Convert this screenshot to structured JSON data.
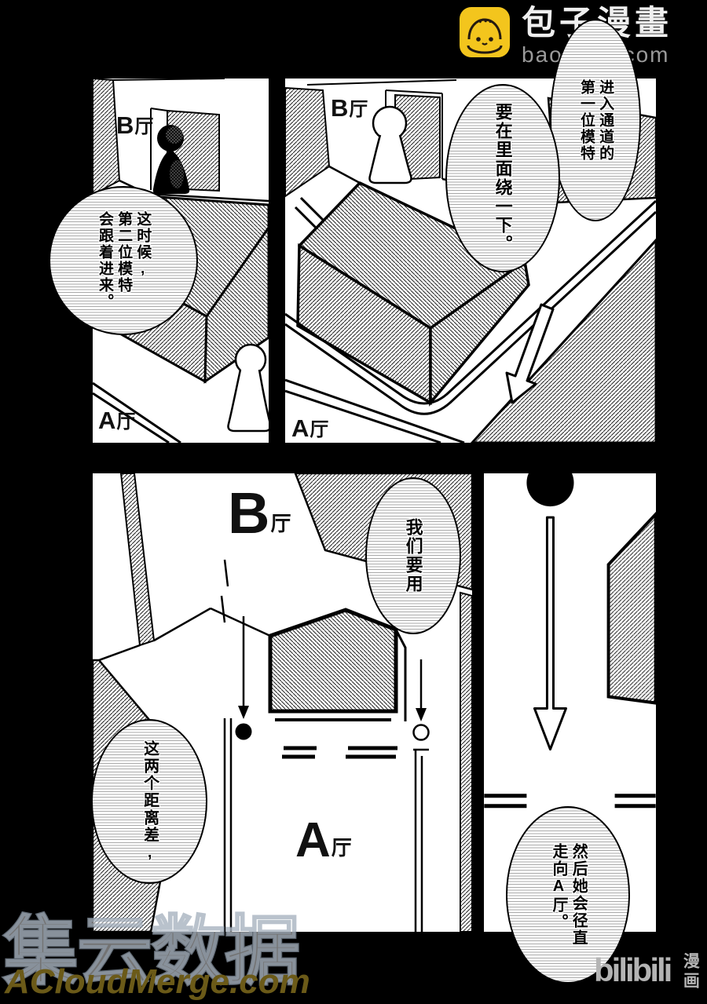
{
  "watermarks": {
    "baozi": {
      "brand": "包子漫畫",
      "domain": "baozimh.com",
      "icon_color": "#F3C51D"
    },
    "jiyun": {
      "text": "集云数据"
    },
    "acloudmerge": {
      "text": "ACloudMerge.com",
      "color": "#6b5a18"
    },
    "bilibili": {
      "brand": "bilibili",
      "suffix": "漫画"
    }
  },
  "panels": {
    "top_left": {
      "hall_b": {
        "letter": "B",
        "suffix": "厅"
      },
      "hall_a": {
        "letter": "A",
        "suffix": "厅"
      }
    },
    "top_right": {
      "hall_b": {
        "letter": "B",
        "suffix": "厅"
      },
      "hall_a": {
        "letter": "A",
        "suffix": "厅"
      }
    },
    "bottom_left": {
      "hall_b": {
        "letter": "B",
        "suffix": "厅"
      },
      "hall_a": {
        "letter": "A",
        "suffix": "厅"
      }
    }
  },
  "bubbles": {
    "first_model": {
      "columns": [
        "进入通道的",
        "第一位模特"
      ]
    },
    "loop_inside": {
      "columns": [
        "要在里面绕一下。"
      ]
    },
    "second_model": {
      "columns": [
        "这时候,",
        "第二位模特",
        "会跟着进来。"
      ]
    },
    "we_use": {
      "columns": [
        "我们要用"
      ]
    },
    "distance_gap": {
      "columns": [
        "这两个距离差,"
      ]
    },
    "walk_to_a": {
      "columns": [
        "然后她会径直",
        "走向A厅。"
      ]
    }
  }
}
